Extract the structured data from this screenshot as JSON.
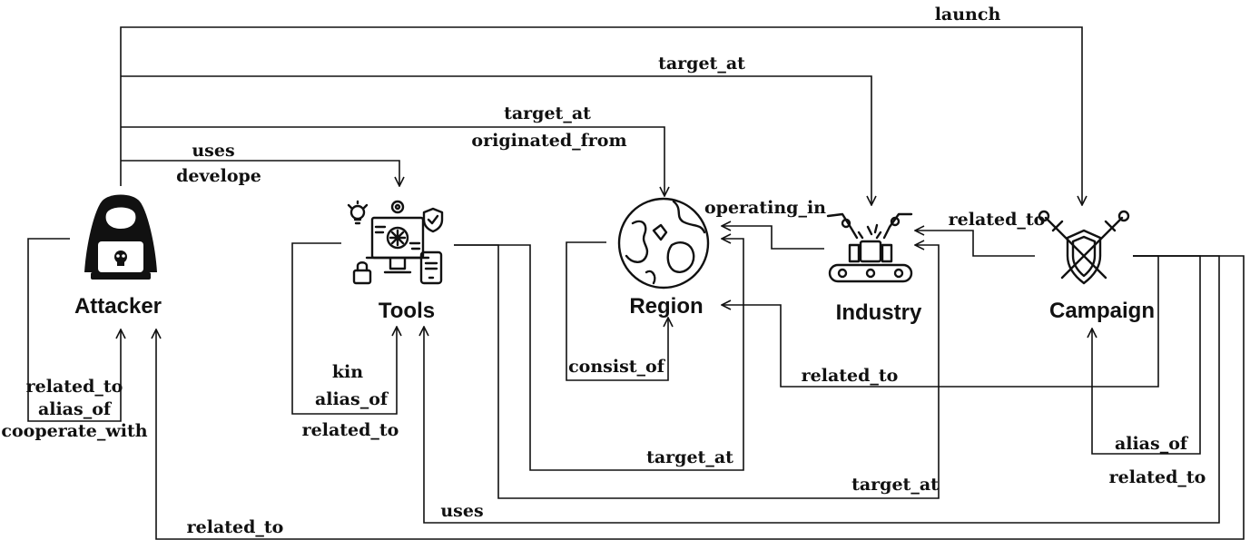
{
  "nodes": {
    "attacker": "Attacker",
    "tools": "Tools",
    "region": "Region",
    "industry": "Industry",
    "campaign": "Campaign"
  },
  "edges": {
    "launch": "launch",
    "attacker_industry": "target_at",
    "attacker_region_1": "target_at",
    "attacker_region_2": "originated_from",
    "attacker_tools_1": "uses",
    "attacker_tools_2": "develope",
    "industry_region": "operating_in",
    "campaign_industry": "related_to",
    "attacker_self_1": "related_to",
    "attacker_self_2": "alias_of",
    "attacker_self_3": "cooperate_with",
    "tools_self_1": "kin",
    "tools_self_2": "alias_of",
    "tools_self_3": "related_to",
    "region_self": "consist_of",
    "campaign_region": "related_to",
    "campaign_self_1": "alias_of",
    "campaign_self_2": "related_to",
    "tools_region": "target_at",
    "tools_industry": "target_at",
    "campaign_tools": "uses",
    "campaign_attacker": "related_to"
  }
}
